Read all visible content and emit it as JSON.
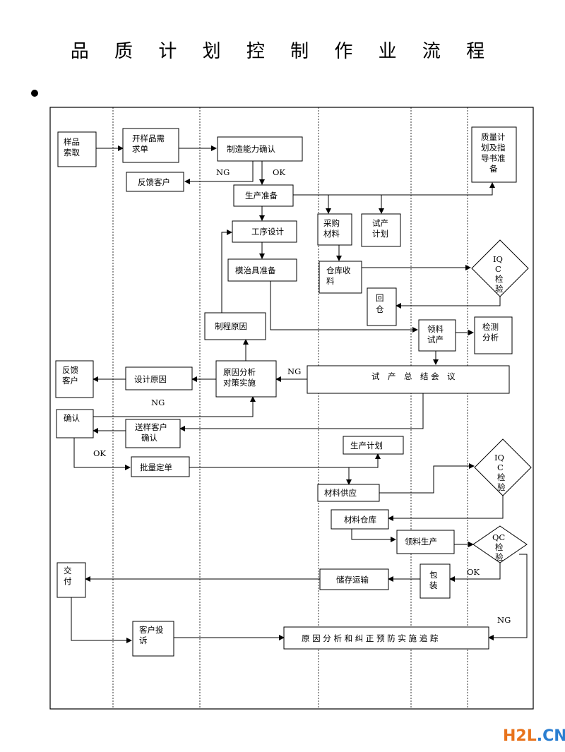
{
  "title": "品 质 计 划 控 制 作 业 流 程",
  "nodes": {
    "sample_request": [
      "样品",
      "索取"
    ],
    "open_sample": [
      "开样品需",
      "求单"
    ],
    "capability": [
      "制造能力确认"
    ],
    "feedback1": [
      "反馈客户"
    ],
    "quality_plan": [
      "质量计",
      "划及指",
      "导书准",
      "备"
    ],
    "prod_prep": [
      "生产准备"
    ],
    "purchase": [
      "采购",
      "材料"
    ],
    "trial_plan": [
      "试产",
      "计划"
    ],
    "process_design": [
      "工序设计"
    ],
    "fixture_prep": [
      "模治具准备"
    ],
    "warehouse_recv": [
      "仓库收",
      "料"
    ],
    "iqc1": [
      "IQ",
      "C",
      "检",
      "验"
    ],
    "return_wh": [
      "回",
      "仓"
    ],
    "process_cause": [
      "制程原因"
    ],
    "draw_trial": [
      "领料",
      "试产"
    ],
    "inspect_analysis": [
      "检测",
      "分析"
    ],
    "feedback2": [
      "反馈",
      "客户"
    ],
    "design_cause": [
      "设计原因"
    ],
    "cause_analysis": [
      "原因分析",
      "对策实施"
    ],
    "trial_meeting": [
      "试　产　总　结 会　议"
    ],
    "confirm": [
      "确认"
    ],
    "send_sample": [
      "送样客户",
      "确认"
    ],
    "prod_plan": [
      "生产计划"
    ],
    "batch_order": [
      "批量定单"
    ],
    "iqc2": [
      "IQ",
      "C",
      "检",
      "验"
    ],
    "material_supply": [
      "材料供应"
    ],
    "material_wh": [
      "材料仓库"
    ],
    "draw_prod": [
      "领料生产"
    ],
    "qc": [
      "QC",
      "检",
      "验"
    ],
    "deliver": [
      "交",
      "付"
    ],
    "pack": [
      "包",
      "装"
    ],
    "storage": [
      "储存运输"
    ],
    "complaint": [
      "客户投",
      "诉"
    ],
    "corrective": [
      "原 因 分 析 和 纠 正 预 防 实 施 追 踪"
    ]
  },
  "labels": {
    "ng1": "NG",
    "ok1": "OK",
    "ng2": "NG",
    "ng3": "NG",
    "ok2": "OK",
    "ok3": "OK",
    "ng4": "NG"
  },
  "watermark": {
    "h2l": "H2L",
    "cn": ".CN"
  }
}
